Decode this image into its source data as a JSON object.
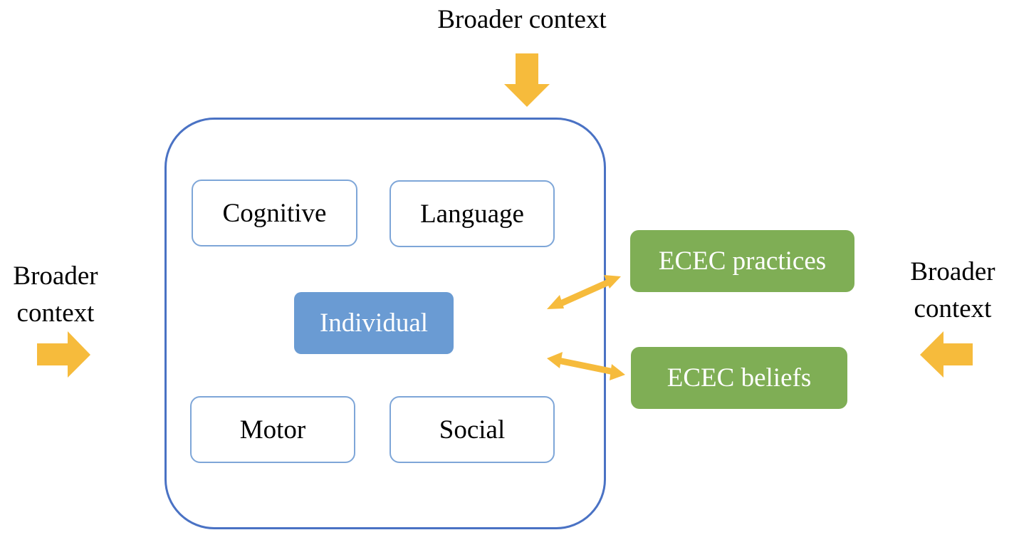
{
  "context": {
    "top_label": "Broader context",
    "left_line1": "Broader",
    "left_line2": "context",
    "right_line1": "Broader",
    "right_line2": "context"
  },
  "domains": {
    "cognitive": "Cognitive",
    "language": "Language",
    "motor": "Motor",
    "social": "Social"
  },
  "center": {
    "individual": "Individual"
  },
  "ecec": {
    "practices": "ECEC practices",
    "beliefs": "ECEC beliefs"
  },
  "colors": {
    "arrow": "#f6bb3c",
    "outer_border": "#4a72c4",
    "domain_border": "#7ea6d8",
    "individual_fill": "#6a9bd3",
    "ecec_fill": "#7fae55"
  }
}
